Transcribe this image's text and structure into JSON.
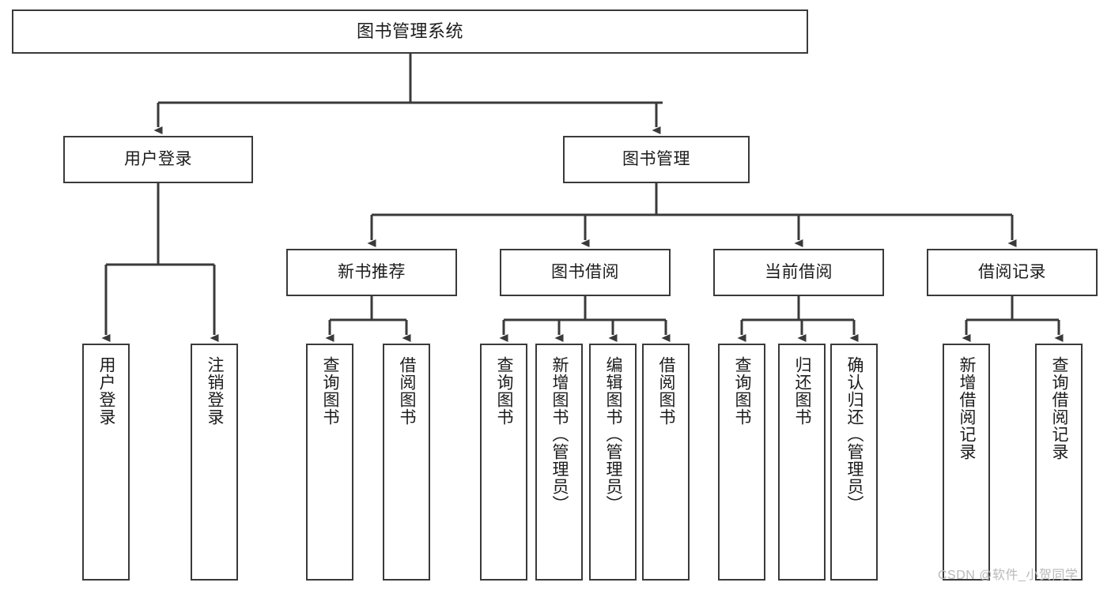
{
  "diagram": {
    "type": "tree",
    "title": "图书管理系统",
    "orientation": "top-down",
    "colors": {
      "background": "#ffffff",
      "box_border": "#3a3a3a",
      "box_fill": "#ffffff",
      "text": "#1c1c1c",
      "connector": "#3a3a3a",
      "watermark": "#b9b9b9"
    },
    "root": {
      "label": "图书管理系统"
    },
    "level2": [
      {
        "label": "用户登录"
      },
      {
        "label": "图书管理"
      }
    ],
    "level3": [
      {
        "label": "新书推荐"
      },
      {
        "label": "图书借阅"
      },
      {
        "label": "当前借阅"
      },
      {
        "label": "借阅记录"
      }
    ],
    "leaves": {
      "user_login": [
        {
          "label": "用户登录"
        },
        {
          "label": "注销登录"
        }
      ],
      "new_book_recommend": [
        {
          "label": "查询图书"
        },
        {
          "label": "借阅图书"
        }
      ],
      "book_borrow": [
        {
          "label": "查询图书"
        },
        {
          "label": "新增图书（管理员）"
        },
        {
          "label": "编辑图书（管理员）"
        },
        {
          "label": "借阅图书"
        }
      ],
      "current_borrow": [
        {
          "label": "查询图书"
        },
        {
          "label": "归还图书"
        },
        {
          "label": "确认归还（管理员）"
        }
      ],
      "borrow_record": [
        {
          "label": "新增借阅记录"
        },
        {
          "label": "查询借阅记录"
        }
      ]
    },
    "watermark": "CSDN @软件_小贺同学"
  }
}
